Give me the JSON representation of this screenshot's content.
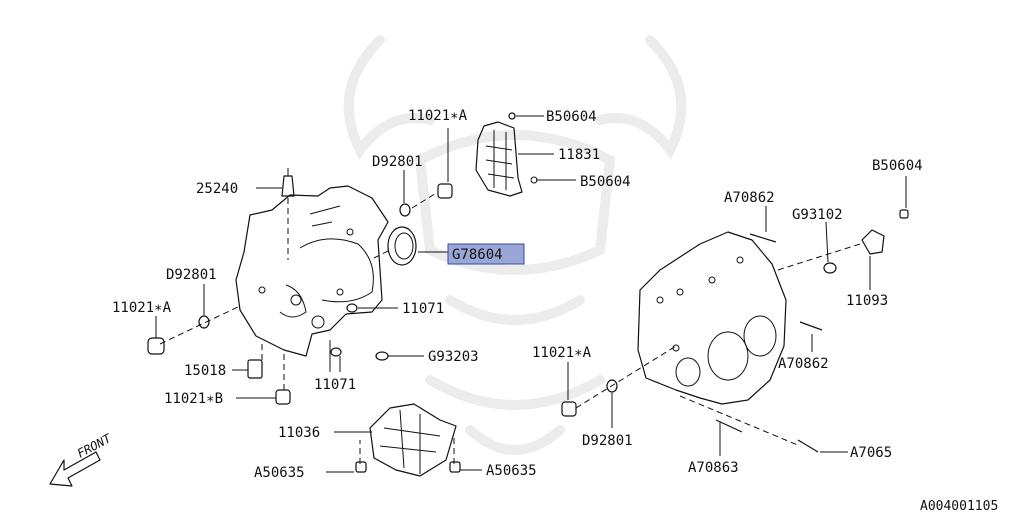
{
  "diagram": {
    "callouts": [
      {
        "id": "c-11021a-top",
        "text": "11021∗A"
      },
      {
        "id": "c-b50604-top",
        "text": "B50604"
      },
      {
        "id": "c-d92801-top",
        "text": "D92801"
      },
      {
        "id": "c-11831",
        "text": "11831"
      },
      {
        "id": "c-b50604-mid",
        "text": "B50604"
      },
      {
        "id": "c-25240",
        "text": "25240"
      },
      {
        "id": "c-g78604",
        "text": "G78604"
      },
      {
        "id": "c-d92801-left",
        "text": "D92801"
      },
      {
        "id": "c-11021a-left",
        "text": "11021∗A"
      },
      {
        "id": "c-11071-a",
        "text": "11071"
      },
      {
        "id": "c-g93203",
        "text": "G93203"
      },
      {
        "id": "c-15018",
        "text": "15018"
      },
      {
        "id": "c-11071-b",
        "text": "11071"
      },
      {
        "id": "c-11021b",
        "text": "11021∗B"
      },
      {
        "id": "c-11036",
        "text": "11036"
      },
      {
        "id": "c-a50635-left",
        "text": "A50635"
      },
      {
        "id": "c-a50635-right",
        "text": "A50635"
      },
      {
        "id": "c-a70862-top",
        "text": "A70862"
      },
      {
        "id": "c-g93102",
        "text": "G93102"
      },
      {
        "id": "c-b50604-right",
        "text": "B50604"
      },
      {
        "id": "c-11093",
        "text": "11093"
      },
      {
        "id": "c-a70862-mid",
        "text": "A70862"
      },
      {
        "id": "c-11021a-right",
        "text": "11021∗A"
      },
      {
        "id": "c-d92801-right",
        "text": "D92801"
      },
      {
        "id": "c-a70863",
        "text": "A70863"
      },
      {
        "id": "c-a7065",
        "text": "A7065"
      }
    ],
    "front_label": "FRONT",
    "figure_code": "A004001105"
  },
  "colors": {
    "highlight_fill": "#9aa6d6",
    "highlight_border": "#3a4aa8",
    "ink": "#111111",
    "watermark": "#ececec"
  }
}
